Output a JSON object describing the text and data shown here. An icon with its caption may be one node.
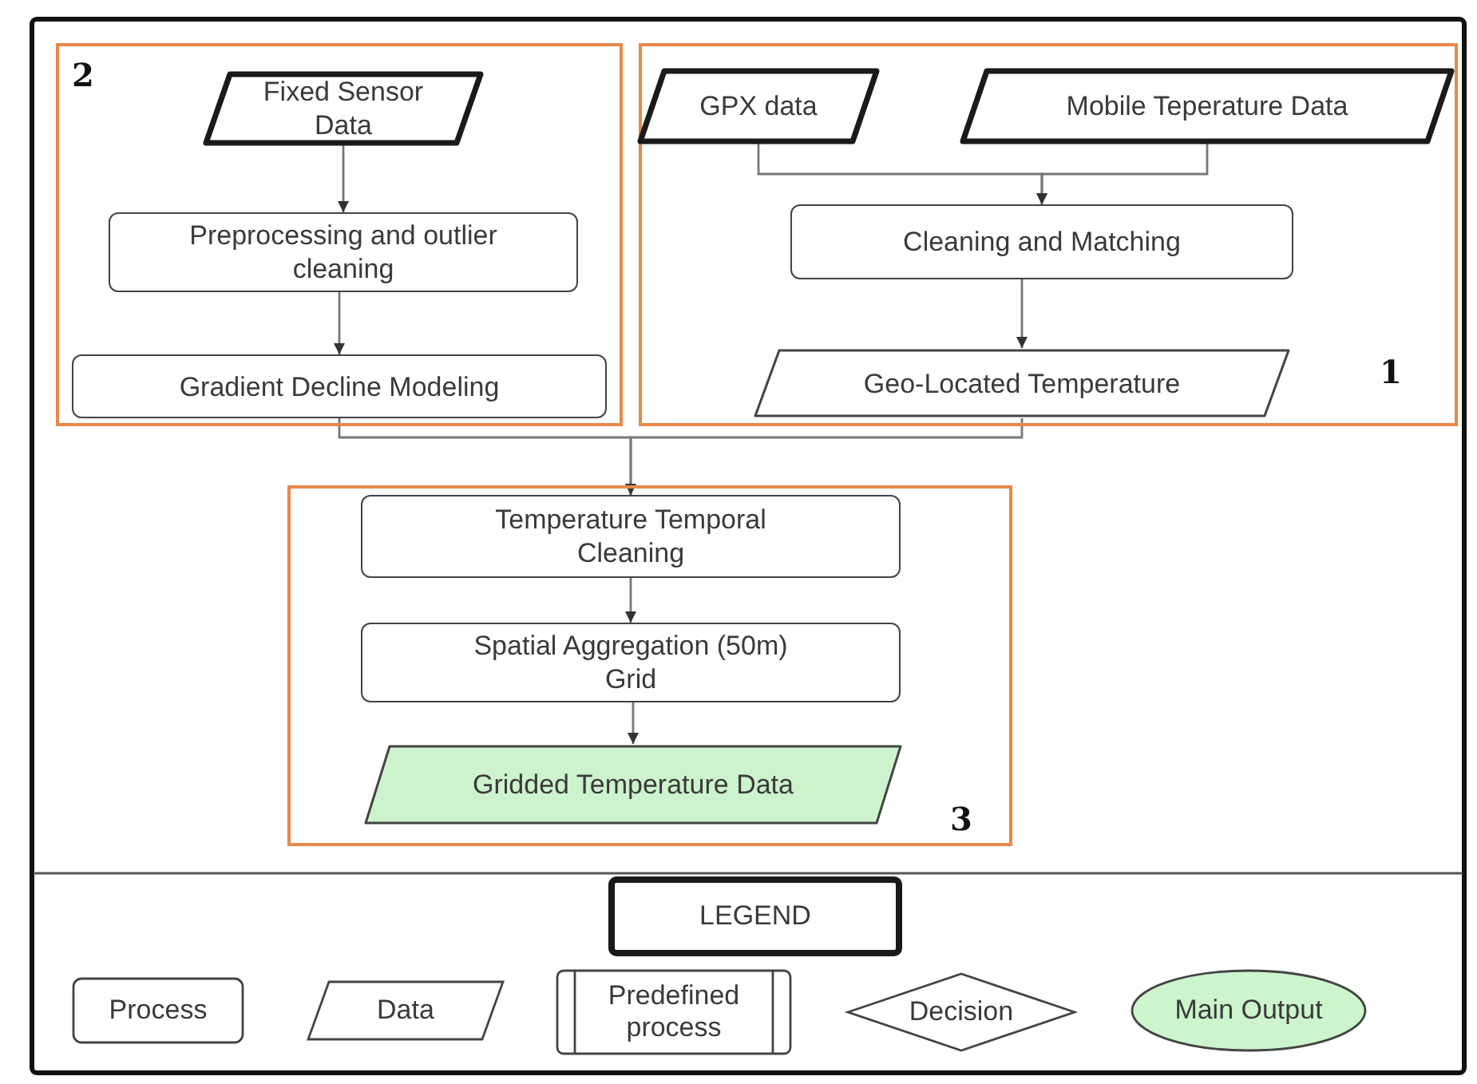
{
  "diagram": {
    "nodes": [
      {
        "text": [
          "2"
        ]
      },
      {
        "text": [
          "Fixed Sensor Data"
        ],
        "in": 0
      },
      {
        "text": [
          "Preprocessing and outlier cleaning"
        ],
        "in": 0
      },
      {
        "text": [
          "Gradient Decline Modeling"
        ],
        "in": 0
      },
      {
        "text": [
          "1"
        ]
      },
      {
        "text": [
          "GPX data"
        ],
        "in": 4
      },
      {
        "text": [
          "Mobile Teperature Data"
        ],
        "in": 4
      },
      {
        "text": [
          "Cleaning and Matching"
        ],
        "in": 4
      },
      {
        "text": [
          "Geo-Located Temperature"
        ],
        "in": 4
      },
      {
        "text": [
          "3"
        ]
      },
      {
        "text": [
          "Temperature Temporal Cleaning"
        ],
        "in": 9
      },
      {
        "text": [
          "Spatial Aggregation (50m) Grid"
        ],
        "in": 9
      },
      {
        "text": [
          "Gridded Temperature Data"
        ],
        "in": 9
      }
    ],
    "edges": [
      {
        "from": 1,
        "to": 2,
        "arrow": "to"
      },
      {
        "from": 2,
        "to": 3,
        "arrow": "to"
      },
      {
        "from": 5,
        "to": 7,
        "arrow": "to"
      },
      {
        "from": 6,
        "to": 7,
        "arrow": "to"
      },
      {
        "from": 7,
        "to": 8,
        "arrow": "to"
      },
      {
        "from": 3,
        "to": 10,
        "arrow": "to"
      },
      {
        "from": 8,
        "to": 10,
        "arrow": "to"
      },
      {
        "from": 10,
        "to": 11,
        "arrow": "to"
      },
      {
        "from": 11,
        "to": 12,
        "arrow": "to"
      }
    ],
    "labels": [
      "LEGEND"
    ],
    "legend": [
      {
        "text": "Process"
      },
      {
        "text": "Data"
      },
      {
        "text": "Predefined process"
      },
      {
        "text": "Decision"
      },
      {
        "text": "Main Output",
        "color": "#ccf5cc"
      }
    ]
  }
}
